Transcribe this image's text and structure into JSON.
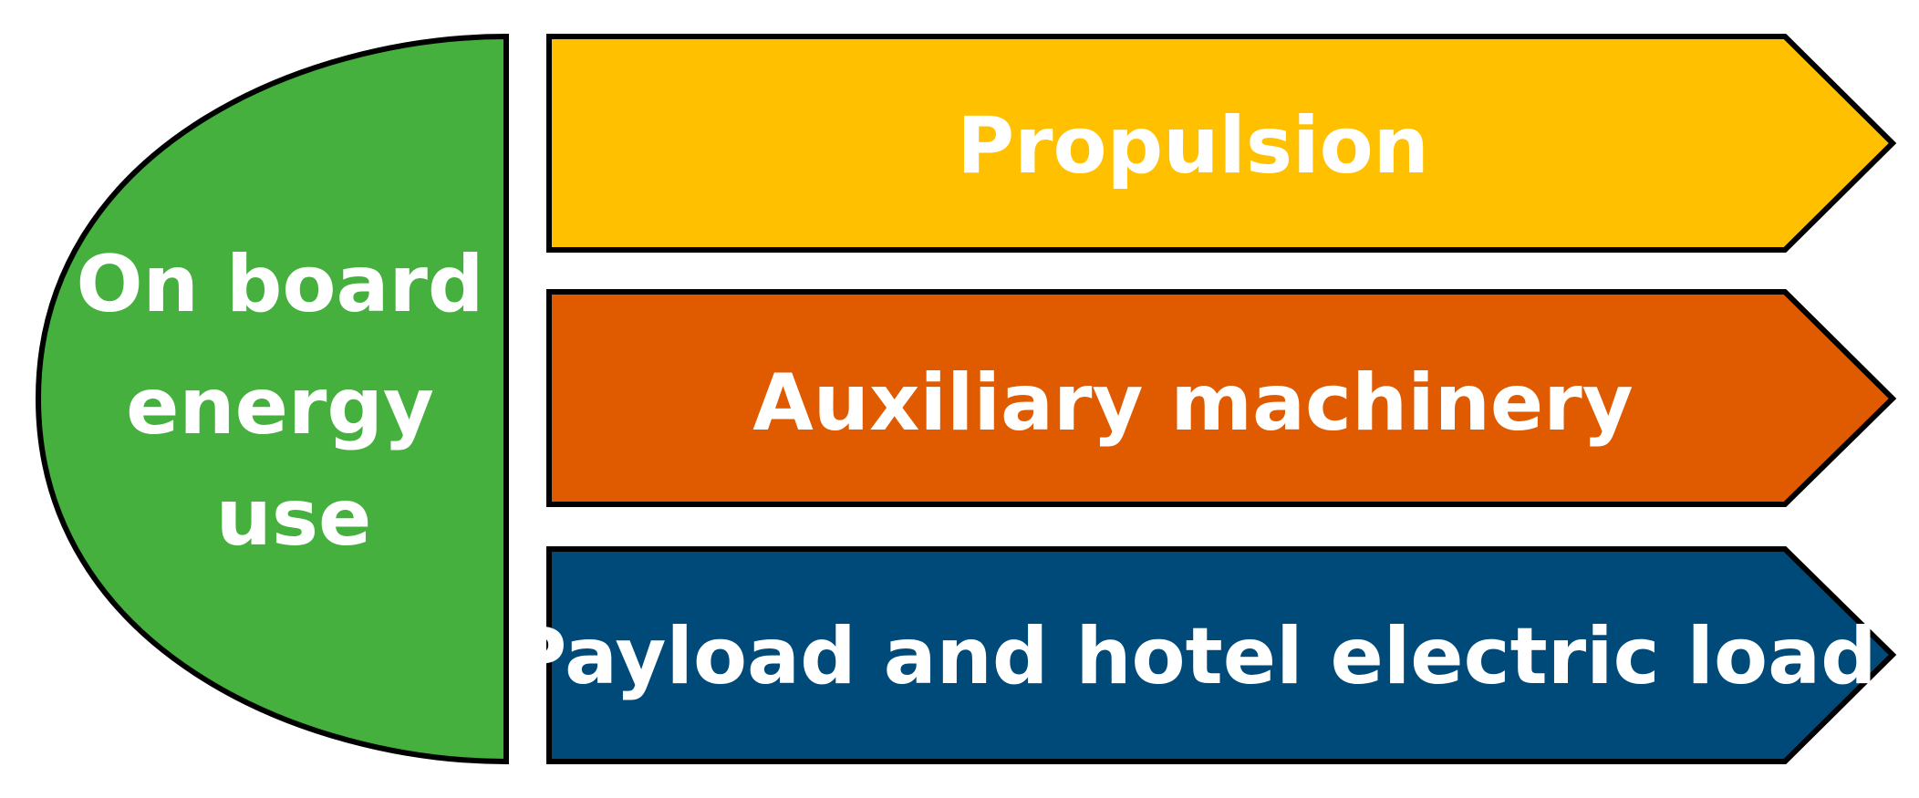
{
  "diagram": {
    "source": {
      "lines": [
        "On board",
        "energy",
        "use"
      ],
      "color": "#45B03E"
    },
    "targets": [
      {
        "label": "Propulsion",
        "color": "#FFC000"
      },
      {
        "label": "Auxiliary machinery",
        "color": "#E05A00"
      },
      {
        "label": "Payload and hotel electric load",
        "color": "#004A7A"
      }
    ]
  }
}
